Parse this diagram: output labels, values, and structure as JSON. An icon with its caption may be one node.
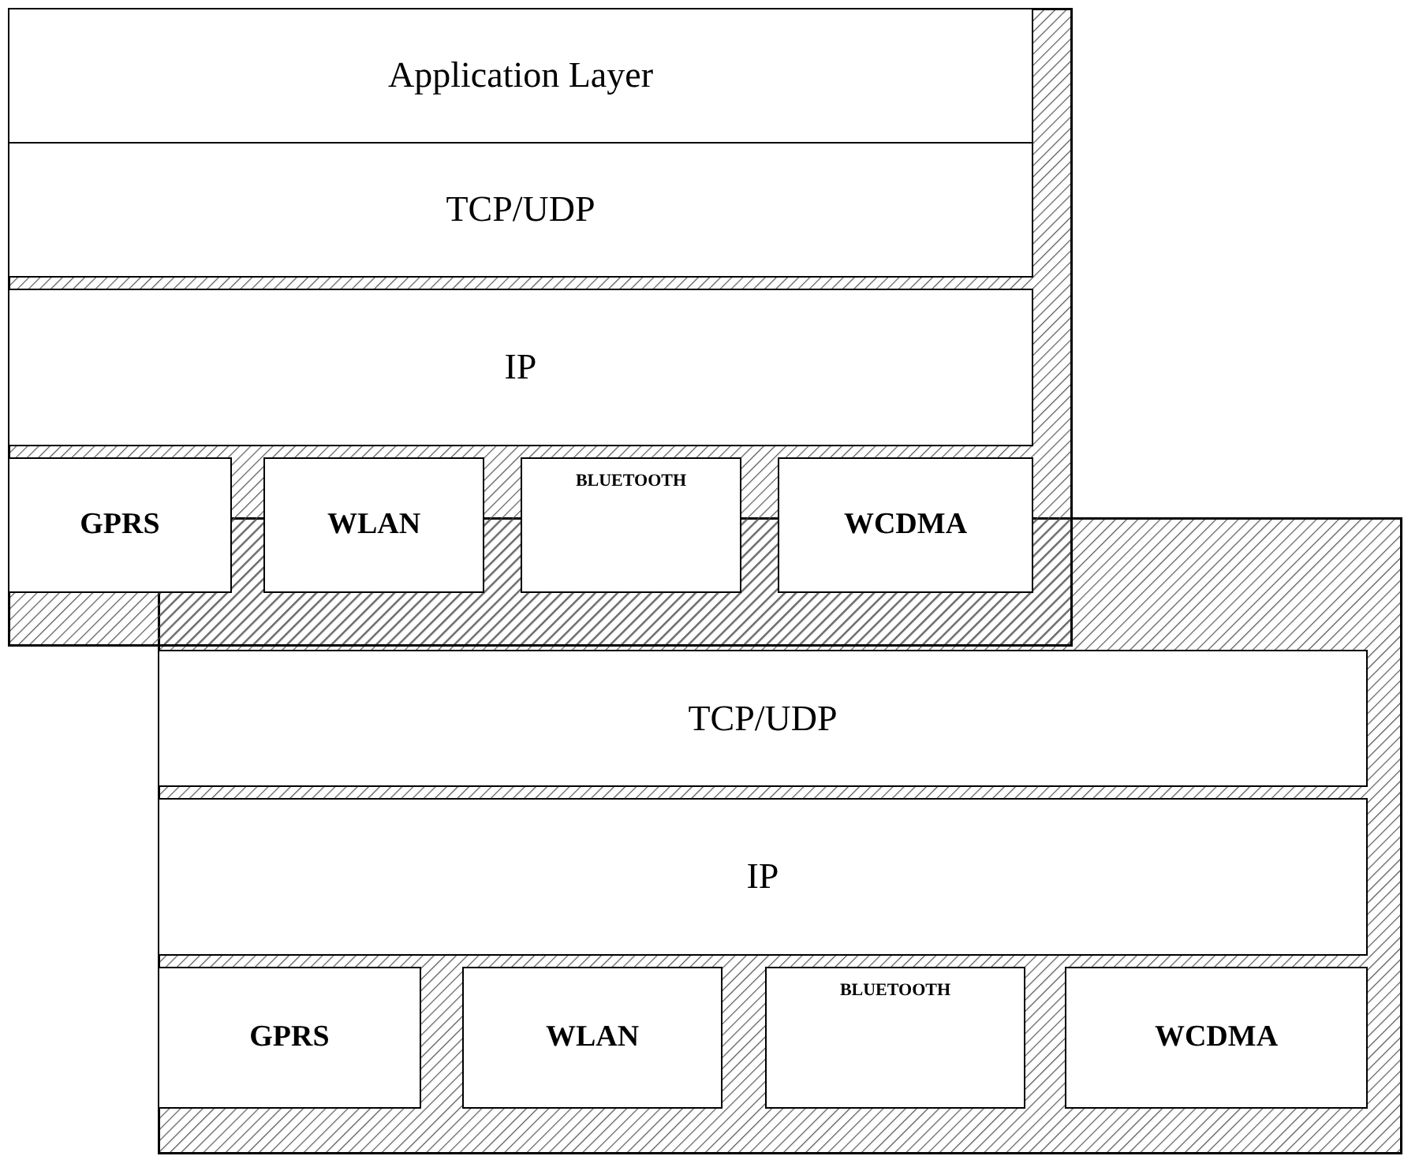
{
  "diagram": {
    "nodes": [
      {
        "text": [
          "Application Layer"
        ]
      },
      {
        "text": [
          "TCP/UDP"
        ]
      },
      {
        "text": [
          "IP"
        ]
      },
      {
        "text": [
          "GPRS"
        ]
      },
      {
        "text": [
          "WLAN"
        ]
      },
      {
        "text": [
          "BLUETOOTH"
        ]
      },
      {
        "text": [
          "WCDMA"
        ]
      },
      {
        "text": [
          "TCP/UDP"
        ]
      },
      {
        "text": [
          "IP"
        ]
      },
      {
        "text": [
          "GPRS"
        ]
      },
      {
        "text": [
          "WLAN"
        ]
      },
      {
        "text": [
          "BLUETOOTH"
        ]
      },
      {
        "text": [
          "WCDMA"
        ]
      }
    ]
  }
}
